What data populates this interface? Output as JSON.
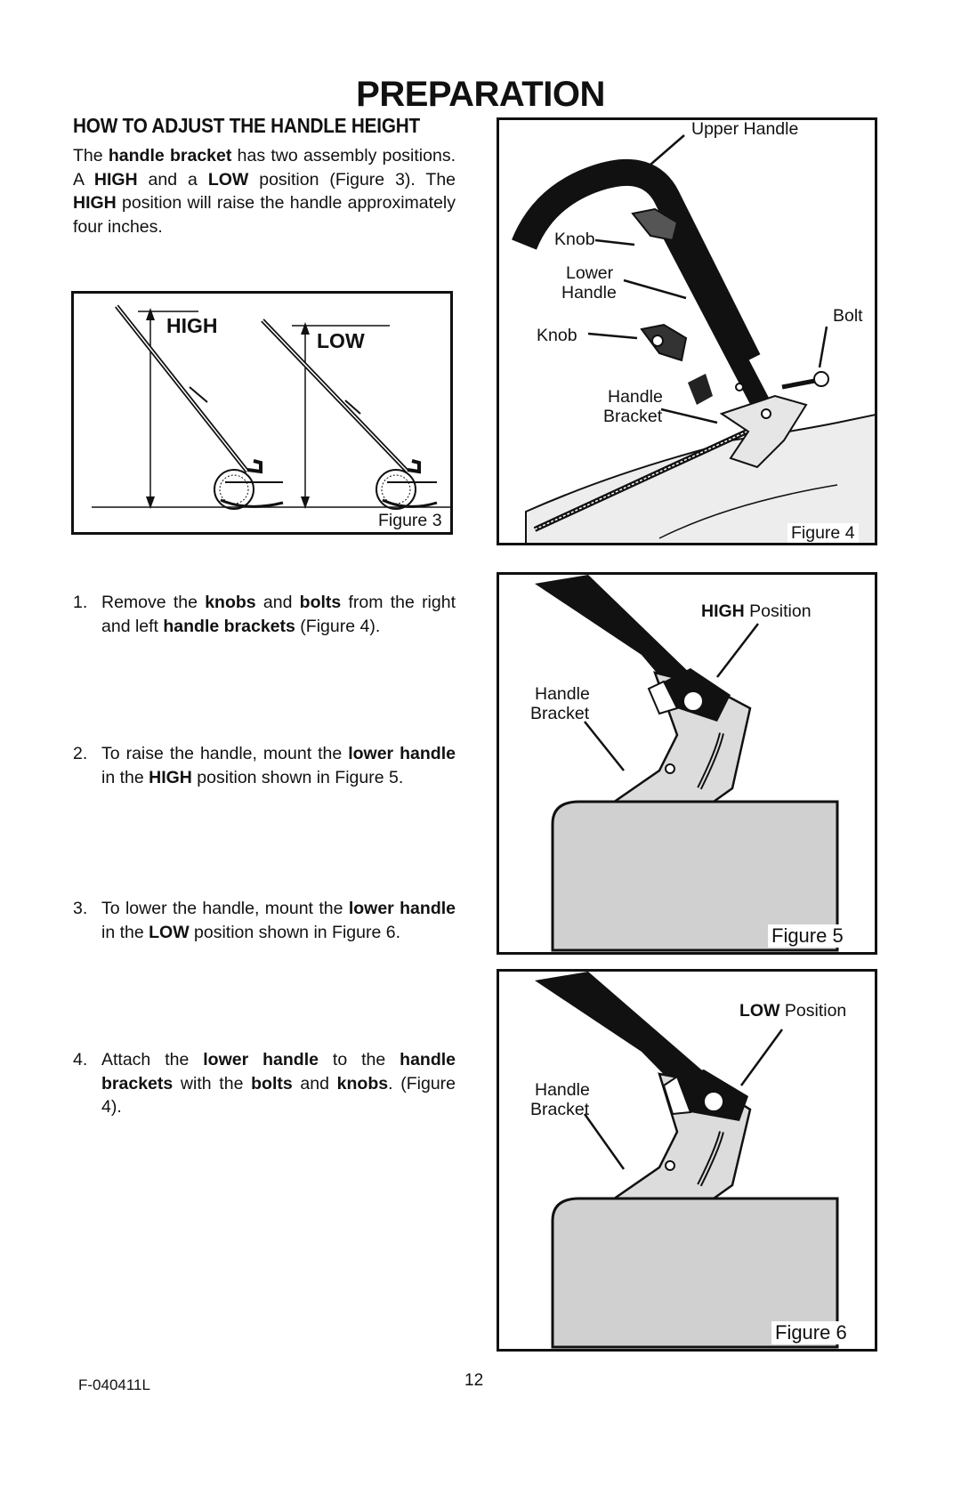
{
  "page": {
    "title": "PREPARATION",
    "heading": "HOW TO ADJUST THE HANDLE HEIGHT",
    "intro": {
      "p1": "The ",
      "b1": "handle bracket",
      "p2": " has two assembly posi­tions. A ",
      "b2": "HIGH",
      "p3": " and a ",
      "b3": "LOW",
      "p4": " position (Figure 3). The ",
      "b4": "HIGH",
      "p5": " position will raise the handle ap­proximately four inches."
    },
    "steps": [
      {
        "num": "1.",
        "t1": "Remove the ",
        "b1": "knobs",
        "t2": " and ",
        "b2": "bolts",
        "t3": " from the right and left ",
        "b3": "handle brackets",
        "t4": " (Figure 4)."
      },
      {
        "num": "2.",
        "t1": "To raise the handle, mount the ",
        "b1": "lower han­dle",
        "t2": " in the ",
        "b2": "HIGH",
        "t3": " position shown in Figure 5."
      },
      {
        "num": "3.",
        "t1": "To lower the handle, mount the ",
        "b1": "lower han­dle",
        "t2": " in the ",
        "b2": "LOW",
        "t3": " position shown in Figure 6."
      },
      {
        "num": "4.",
        "t1": "Attach the ",
        "b1": "lower handle",
        "t2": " to the ",
        "b2": "handle brackets",
        "t3": " with the ",
        "b3": "bolts",
        "t4": " and ",
        "b4": "knobs",
        "t5": ". (Figure 4)."
      }
    ],
    "footer_code": "F-040411L",
    "page_number": "12"
  },
  "figure3": {
    "caption": "Figure 3",
    "high_label": "HIGH",
    "low_label": "LOW"
  },
  "figure4": {
    "caption": "Figure 4",
    "upper_handle": "Upper Handle",
    "knob_top": "Knob",
    "lower_handle_1": "Lower",
    "lower_handle_2": "Handle",
    "bolt": "Bolt",
    "knob_mid": "Knob",
    "handle_bracket_1": "Handle",
    "handle_bracket_2": "Bracket"
  },
  "figure5": {
    "caption": "Figure 5",
    "position_bold": "HIGH",
    "position_text": " Position",
    "bracket_1": "Handle",
    "bracket_2": "Bracket"
  },
  "figure6": {
    "caption": "Figure 6",
    "position_bold": "LOW",
    "position_text": " Position",
    "bracket_1": "Handle",
    "bracket_2": "Bracket"
  }
}
